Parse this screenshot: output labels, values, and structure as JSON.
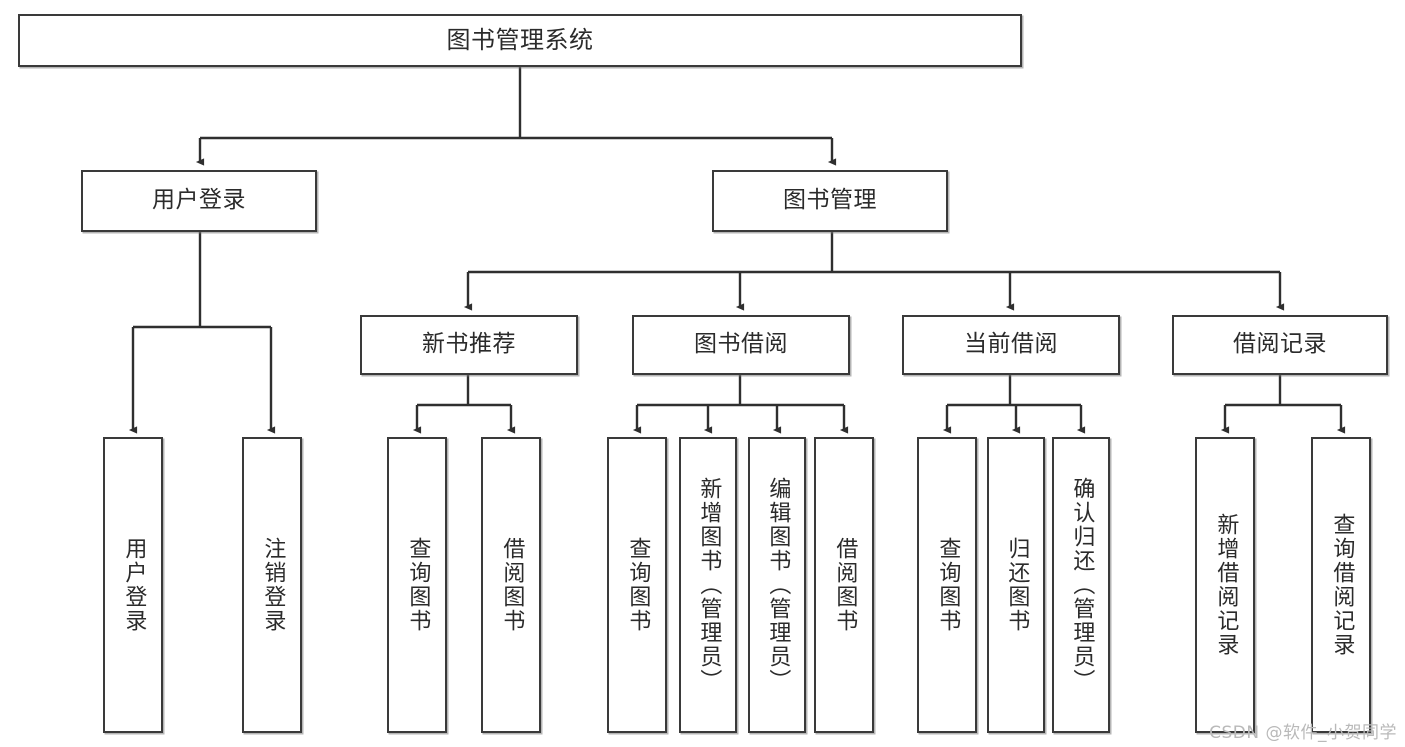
{
  "diagram": {
    "title": "图书管理系统",
    "type": "tree",
    "watermark": "CSDN @软件_小贺同学",
    "colors": {
      "box_border": "#3a3a3a",
      "box_fill": "#ffffff",
      "edge": "#2f2f2f",
      "text": "#2b2b2b",
      "watermark": "#b9b9b9"
    },
    "root": {
      "label": "图书管理系统"
    },
    "level2": [
      {
        "label": "用户登录"
      },
      {
        "label": "图书管理"
      }
    ],
    "level3": [
      {
        "label": "新书推荐"
      },
      {
        "label": "图书借阅"
      },
      {
        "label": "当前借阅"
      },
      {
        "label": "借阅记录"
      }
    ],
    "leaves": {
      "user_login": [
        {
          "label": "用户登录"
        },
        {
          "label": "注销登录"
        }
      ],
      "new_book_recommend": [
        {
          "label": "查询图书"
        },
        {
          "label": "借阅图书"
        }
      ],
      "book_borrow": [
        {
          "label": "查询图书"
        },
        {
          "label": "新增图书（管理员）"
        },
        {
          "label": "编辑图书（管理员）"
        },
        {
          "label": "借阅图书"
        }
      ],
      "current_borrow": [
        {
          "label": "查询图书"
        },
        {
          "label": "归还图书"
        },
        {
          "label": "确认归还（管理员）"
        }
      ],
      "borrow_record": [
        {
          "label": "新增借阅记录"
        },
        {
          "label": "查询借阅记录"
        }
      ]
    }
  }
}
